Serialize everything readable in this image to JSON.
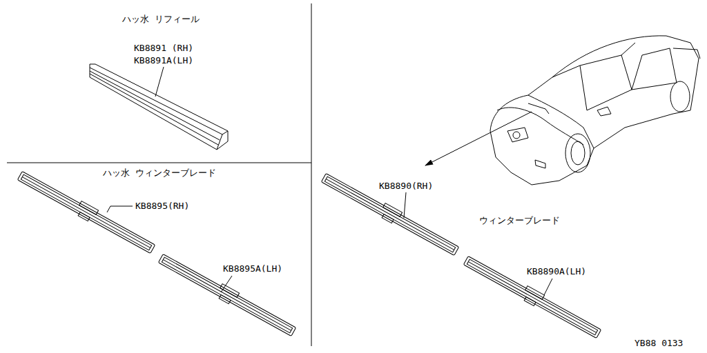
{
  "diagram": {
    "labels": [
      "ハッ水 リフィール",
      "KB8891 (RH)",
      "KB8891A(LH)",
      "ハッ水 ウィンターブレード",
      "KB8895(RH)",
      "KB8895A(LH)",
      "ウィンターブレード",
      "KB8890(RH)",
      "KB8890A(LH)",
      "YB88 0133"
    ]
  }
}
